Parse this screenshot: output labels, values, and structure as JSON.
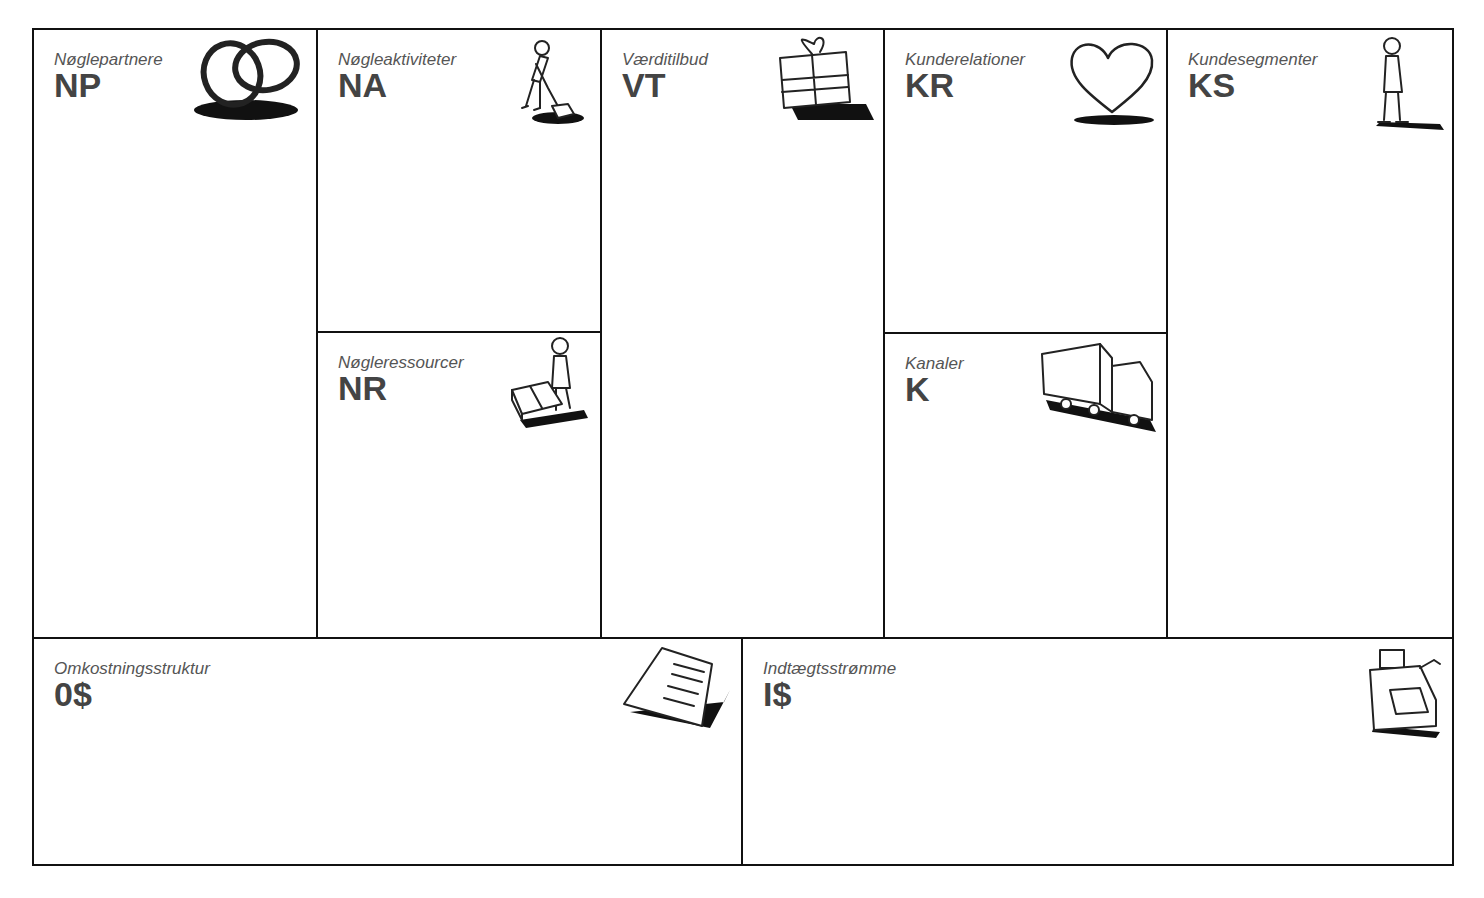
{
  "diagram": {
    "nodes": [
      {
        "text": [
          "Nøglepartnere",
          "NP"
        ]
      },
      {
        "text": [
          "Nøgleaktiviteter",
          "NA"
        ]
      },
      {
        "text": [
          "Nøgleressourcer",
          "NR"
        ]
      },
      {
        "text": [
          "Værditilbud",
          "VT"
        ]
      },
      {
        "text": [
          "Kunderelationer",
          "KR"
        ]
      },
      {
        "text": [
          "Kanaler",
          "K"
        ]
      },
      {
        "text": [
          "Kundesegmenter",
          "KS"
        ]
      },
      {
        "text": [
          "Omkostningsstruktur",
          "0$"
        ]
      },
      {
        "text": [
          "Indtægtsstrømme",
          "I$"
        ]
      }
    ]
  }
}
